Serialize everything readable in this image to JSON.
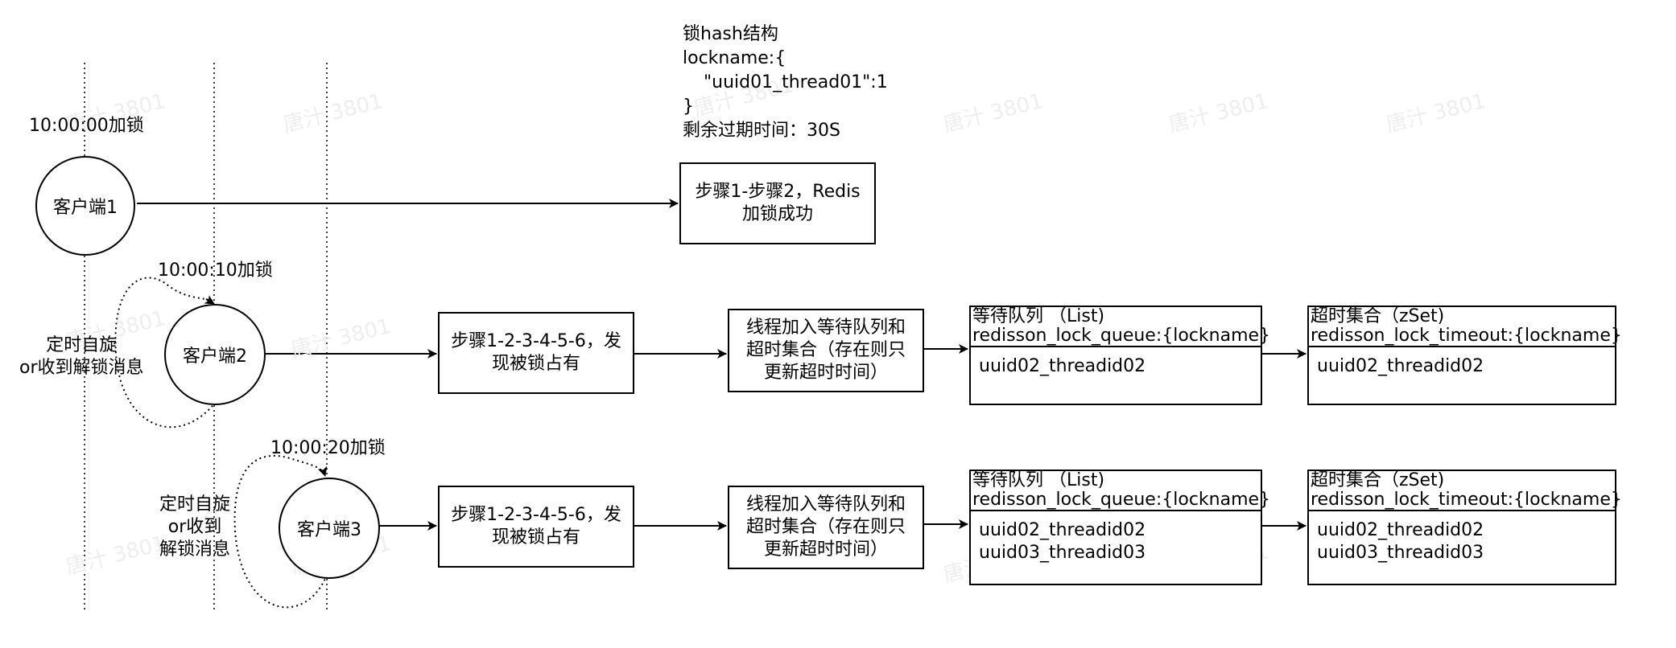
{
  "watermark": "唐汁 3801",
  "lock_info": {
    "title": "锁hash结构",
    "line1": "lockname:{",
    "line2": "\"uuid01_thread01\":1",
    "line3": "}",
    "line4": "剩余过期时间：30S"
  },
  "client1": {
    "name": "客户端1",
    "time_label": "10:00:00加锁",
    "step_lines": [
      "步骤1-步骤2，Redis",
      "加锁成功"
    ]
  },
  "client2": {
    "name": "客户端2",
    "time_label": "10:00:10加锁",
    "loop_lines": [
      "定时自旋",
      "or收到解锁消息"
    ],
    "step_lines": [
      "步骤1-2-3-4-5-6，发",
      "现被锁占有"
    ],
    "enqueue_lines": [
      "线程加入等待队列和",
      "超时集合（存在则只",
      "更新超时时间）"
    ],
    "queue_header": [
      "等待队列 （List)",
      "redisson_lock_queue:{lockname}"
    ],
    "queue_items": [
      "uuid02_threadid02"
    ],
    "timeout_header": [
      "超时集合（zSet)",
      "redisson_lock_timeout:{lockname}"
    ],
    "timeout_items": [
      "uuid02_threadid02"
    ]
  },
  "client3": {
    "name": "客户端3",
    "time_label": "10:00:20加锁",
    "loop_lines": [
      "定时自旋",
      "or收到",
      "解锁消息"
    ],
    "step_lines": [
      "步骤1-2-3-4-5-6，发",
      "现被锁占有"
    ],
    "enqueue_lines": [
      "线程加入等待队列和",
      "超时集合（存在则只",
      "更新超时时间）"
    ],
    "queue_header": [
      "等待队列 （List)",
      "redisson_lock_queue:{lockname}"
    ],
    "queue_items": [
      "uuid02_threadid02",
      "uuid03_threadid03"
    ],
    "timeout_header": [
      "超时集合（zSet)",
      "redisson_lock_timeout:{lockname}"
    ],
    "timeout_items": [
      "uuid02_threadid02",
      "uuid03_threadid03"
    ]
  }
}
